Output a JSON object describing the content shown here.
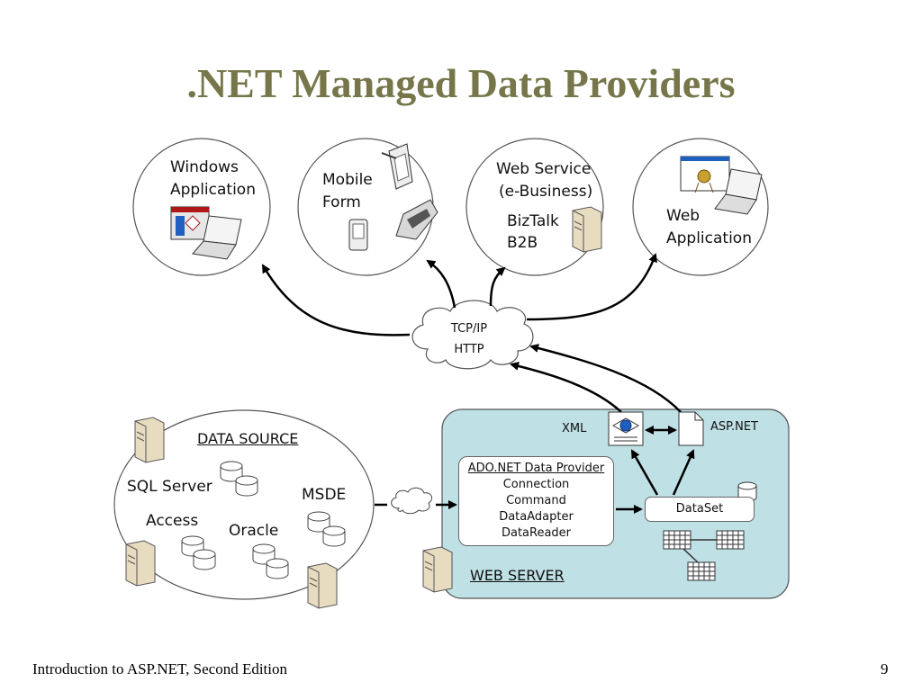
{
  "title": ".NET Managed Data Providers",
  "clients": {
    "windows": {
      "line1": "Windows",
      "line2": "Application"
    },
    "mobile": {
      "line1": "Mobile",
      "line2": "Form"
    },
    "webservice": {
      "line1": "Web Service",
      "line2": "(e-Business)",
      "line3": "BizTalk",
      "line4": "B2B"
    },
    "webapp": {
      "line1": "Web",
      "line2": "Application"
    }
  },
  "network": {
    "line1": "TCP/IP",
    "line2": "HTTP"
  },
  "datasource": {
    "heading": "DATA SOURCE",
    "items": [
      "SQL Server",
      "MSDE",
      "Access",
      "Oracle"
    ]
  },
  "webserver": {
    "heading": "WEB SERVER",
    "xml_label": "XML",
    "aspnet_label": "ASP.NET",
    "ado": {
      "heading": "ADO.NET Data Provider",
      "items": [
        "Connection",
        "Command",
        "DataAdapter",
        "DataReader"
      ]
    },
    "dataset_label": "DataSet"
  },
  "footer": {
    "left": "Introduction to ASP.NET, Second Edition",
    "page": "9"
  },
  "colors": {
    "title": "#76764a",
    "webserver_bg": "#bfe0e4"
  }
}
